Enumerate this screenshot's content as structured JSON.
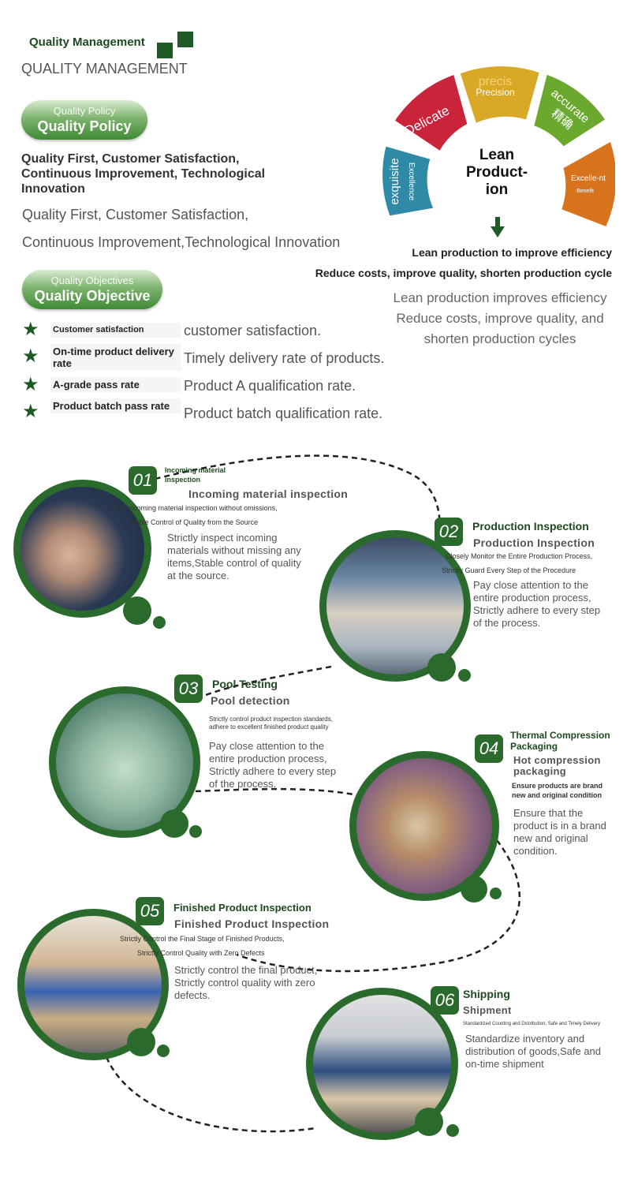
{
  "header": {
    "title_en": "Quality Management",
    "title_caps": "QUALITY MANAGEMENT"
  },
  "policy": {
    "pill_sub": "Quality Policy",
    "pill_main": "Quality Policy",
    "bold_text": "Quality First, Customer Satisfaction, Continuous Improvement, Technological Innovation",
    "line1": "Quality First, Customer Satisfaction,",
    "line2": "Continuous Improvement,Technological Innovation"
  },
  "objectives": {
    "pill_sub": "Quality Objectives",
    "pill_main": "Quality Objective",
    "items": [
      {
        "label": "Customer satisfaction",
        "text": "customer satisfaction."
      },
      {
        "label": "On-time product delivery rate",
        "text": "Timely delivery rate of products."
      },
      {
        "label": "A-grade pass rate",
        "text": "Product A qualification rate."
      },
      {
        "label": "Product batch pass rate",
        "text": "Product batch qualification rate."
      }
    ]
  },
  "lean": {
    "center": "Lean Product-ion",
    "segments": {
      "exquisite": "exquisite",
      "excellence": "Excellence",
      "delicate": "Delicate",
      "precision_big": "precis",
      "precision": "Precision",
      "accurate": "accurate",
      "accurate_cn": "精确",
      "excellent": "Excelle-nt",
      "benefit": "Benefit"
    },
    "bold1": "Lean production to improve efficiency",
    "bold2": "Reduce costs, improve quality, shorten production cycle",
    "light1": "Lean production improves efficiency",
    "light2": "Reduce costs, improve quality, and",
    "light3": "shorten production cycles",
    "colors": {
      "blue": "#2e8aa6",
      "red": "#c9243a",
      "yellow": "#d9a826",
      "green": "#6aa92d",
      "orange": "#d8731d"
    }
  },
  "steps": [
    {
      "num": "01",
      "title": "Incoming material inspection",
      "subtitle": "Incoming material inspection",
      "tiny1": "Strict incoming material inspection without omissions,",
      "tiny2": "Stable Control of Quality from the Source",
      "body": "Strictly inspect incoming materials without missing any items,Stable control of quality at the source."
    },
    {
      "num": "02",
      "title": "Production Inspection",
      "subtitle": "Production Inspection",
      "tiny1": "Closely Monitor the Entire Production Process,",
      "tiny2": "Strictly Guard Every Step of the Procedure",
      "body": "Pay close attention to the entire production process, Strictly adhere to every step of the process."
    },
    {
      "num": "03",
      "title": "Pool Testing",
      "subtitle": "Pool detection",
      "tiny1": "Strictly control product inspection standards,",
      "tiny2": "adhere to excellent finished product quality",
      "body": "Pay close attention to the entire production process, Strictly adhere to every step of the process."
    },
    {
      "num": "04",
      "title": "Thermal Compression Packaging",
      "subtitle": "Hot compression packaging",
      "tiny1": "Ensure products are brand",
      "tiny2": "new and original condition",
      "body": "Ensure that the product is in a brand new and original condition."
    },
    {
      "num": "05",
      "title": "Finished Product Inspection",
      "subtitle": "Finished Product Inspection",
      "tiny1": "Strictly Control the Final Stage of Finished Products,",
      "tiny2": "Strictly Control Quality with Zero Defects",
      "body": "Strictly control the final product, Strictly control quality with zero defects."
    },
    {
      "num": "06",
      "title": "Shipping",
      "subtitle": "Shipment",
      "tiny1": "Standardized Counting and Distribution, Safe and Timely Delivery",
      "tiny2": "",
      "body": "Standardize inventory and distribution of goods,Safe and on-time shipment"
    }
  ]
}
